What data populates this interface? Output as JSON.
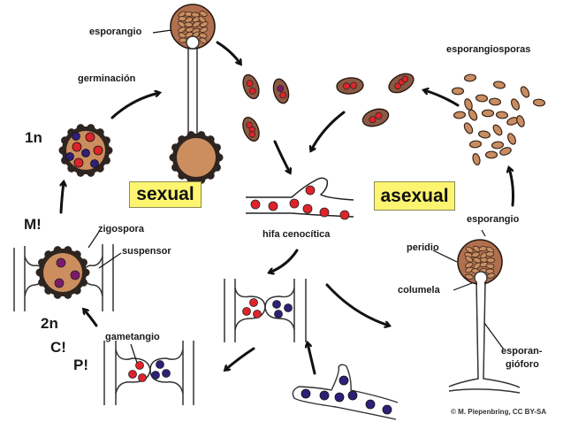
{
  "title": "Ciclo de vida de Zygomycota (Mucorales)",
  "colors": {
    "spore_fill": "#c98d62",
    "spore_stroke": "#3a2618",
    "zygote_fill": "#cd8e5f",
    "zygote_wall": "#2e2520",
    "nucleus_plus": "#e0232a",
    "nucleus_minus": "#2e1f78",
    "nucleus_diploid": "#7b1a6c",
    "label_box": "#fdf570",
    "line": "#333333"
  },
  "labels": {
    "sexual": "sexual",
    "asexual": "asexual",
    "esporangio_top": "esporangio",
    "germinacion": "germinación",
    "one_n": "1n",
    "m_mark": "M!",
    "zigospora": "zigospora",
    "suspensor": "suspensor",
    "two_n": "2n",
    "c_mark": "C!",
    "p_mark": "P!",
    "gametangio": "gametangio",
    "hifa": "hifa cenocítica",
    "esporangiosporas": "esporangiosporas",
    "esporangio_right": "esporangio",
    "peridio": "peridio",
    "columela": "columela",
    "esporangioforo_1": "esporan-",
    "esporangioforo_2": "gióforo",
    "credit": "© M. Piepenbring, CC BY-SA"
  }
}
